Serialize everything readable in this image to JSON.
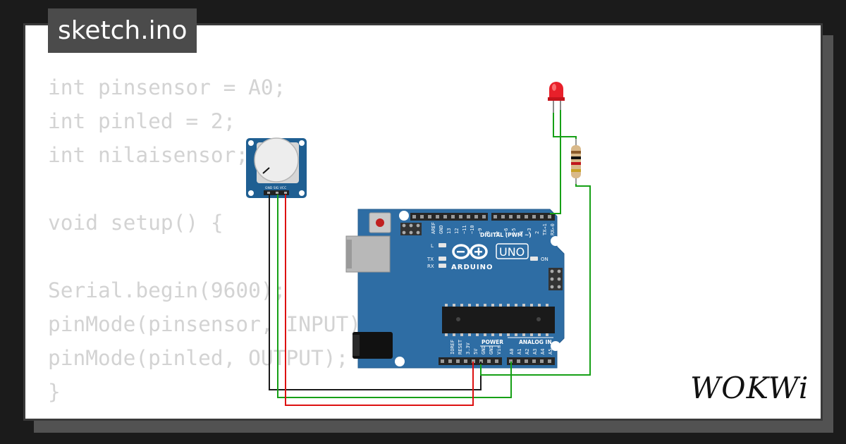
{
  "window": {
    "tab_title": "sketch.ino"
  },
  "code": {
    "lines": [
      "int pinsensor = A0;",
      "int pinled = 2;",
      "int nilaisensor;",
      "",
      "void setup() {",
      "",
      "Serial.begin(9600);",
      "pinMode(pinsensor, INPUT);",
      "pinMode(pinled, OUTPUT);",
      "}"
    ]
  },
  "board": {
    "brand": "ARDUINO",
    "model": "UNO",
    "digital_header_label": "DIGITAL (PWM ~)",
    "digital_pins": [
      "AREF",
      "GND",
      "13",
      "12",
      "~11",
      "~10",
      "~9",
      "8",
      "7",
      "~6",
      "~5",
      "4",
      "~3",
      "2",
      "TX→1",
      "RX←0"
    ],
    "power_header_label": "POWER",
    "power_pins": [
      "IOREF",
      "RESET",
      "3.3V",
      "5V",
      "GND",
      "GND",
      "Vin"
    ],
    "analog_header_label": "ANALOG IN",
    "analog_pins": [
      "A0",
      "A1",
      "A2",
      "A3",
      "A4",
      "A5"
    ],
    "led_labels": {
      "l": "L",
      "tx": "TX",
      "rx": "RX",
      "on": "ON"
    }
  },
  "potentiometer": {
    "pin_labels": "GND SIG VCC"
  },
  "wires": {
    "gnd_color": "#1a1a1a",
    "signal_color": "#16a016",
    "vcc_color": "#dd1111"
  },
  "colors": {
    "board_blue": "#2e6da4",
    "card_bg": "#ffffff",
    "page_bg": "#1b1b1b",
    "code_text": "#d3d3d3"
  },
  "watermark": {
    "text": "WOKWi"
  }
}
